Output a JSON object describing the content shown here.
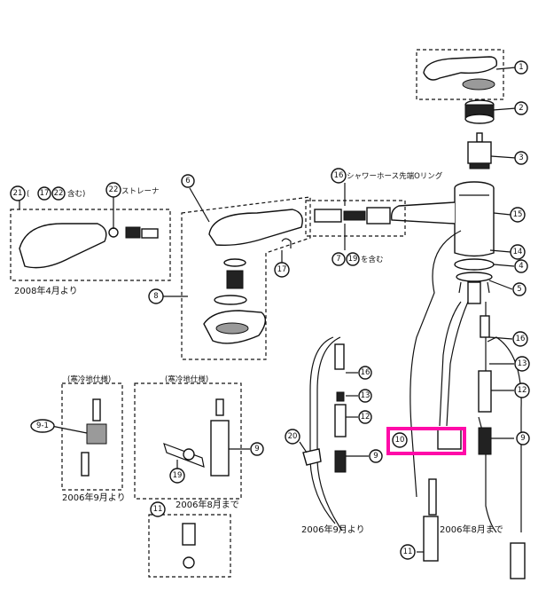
{
  "callouts": {
    "c1": "1",
    "c2": "2",
    "c3": "3",
    "c4": "4",
    "c5": "5",
    "c6": "6",
    "c7": "7",
    "c8": "8",
    "c9a": "9",
    "c9b": "9",
    "c9c": "9",
    "c9_1": "9-1",
    "c10": "10",
    "c11a": "11",
    "c11b": "11",
    "c12a": "12",
    "c12b": "12",
    "c13a": "13",
    "c13b": "13",
    "c14": "14",
    "c15": "15",
    "c16a": "16",
    "c16b": "16",
    "c16c": "16",
    "c17": "17",
    "c17b": "17",
    "c19": "19",
    "c19b": "19",
    "c20": "20",
    "c21": "21",
    "c22a": "22",
    "c22b": "22"
  },
  "labels": {
    "shower_oring": "シャワーホース先端Oリング",
    "strainer": "ストレーナ",
    "includes_open": "(",
    "includes_close": "含む)",
    "includes_19": "を含む",
    "from_apr2008": "2008年4月より",
    "from_sep2006_a": "2006年9月より",
    "from_sep2006_b": "2006年9月より",
    "until_aug2006_a": "2006年8月まで",
    "until_aug2006_b": "2006年8月まで",
    "cold_type": "(寒冷地仕様)",
    "cold_type_b": "(寒冷地仕様)"
  },
  "highlight": {
    "color": "#ff0aa8",
    "target": "10"
  }
}
